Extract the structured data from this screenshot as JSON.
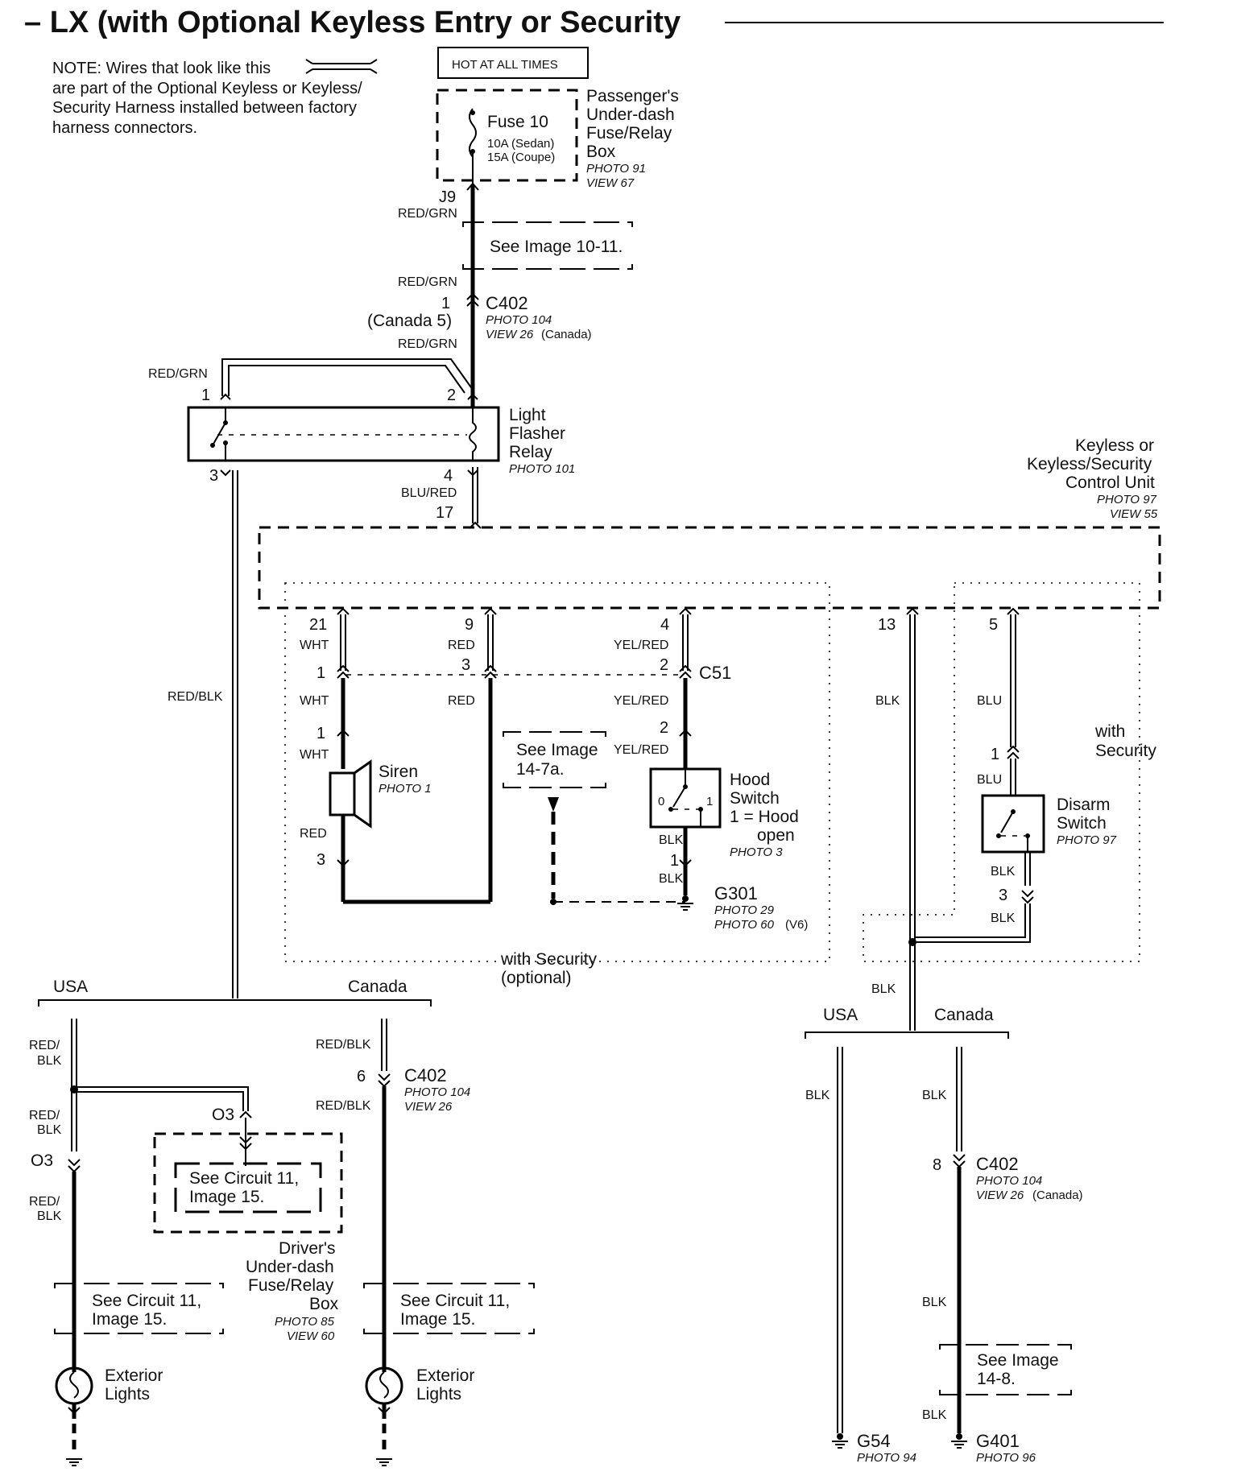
{
  "title": "– LX (with Optional Keyless Entry or Security",
  "note": {
    "line1": "NOTE: Wires that look like this",
    "line2": "are part of the Optional Keyless or Keyless/",
    "line3": "Security Harness installed between factory",
    "line4": "harness connectors."
  },
  "hot_label": "HOT AT ALL TIMES",
  "fuse": {
    "name": "Fuse 10",
    "rating1": "10A (Sedan)",
    "rating2": "15A (Coupe)",
    "box1": "Passenger's",
    "box2": "Under-dash",
    "box3": "Fuse/Relay",
    "box4": "Box",
    "photo": "PHOTO 91",
    "view": "VIEW 67",
    "pin": "J9"
  },
  "refs": {
    "img_10_11": "See Image 10-11.",
    "img_14_7a_1": "See Image",
    "img_14_7a_2": "14-7a.",
    "circ11_1": "See Circuit 11,",
    "circ11_2": "Image 15.",
    "img_14_8_1": "See Image",
    "img_14_8_2": "14-8."
  },
  "wires": {
    "red_grn": "RED/GRN",
    "red_blk": "RED/BLK",
    "blu_red": "BLU/RED",
    "wht": "WHT",
    "red": "RED",
    "yel_red": "YEL/RED",
    "blk": "BLK",
    "blu": "BLU",
    "red_slash": "RED/",
    "blk_part": "BLK"
  },
  "c402_top": {
    "pin": "1",
    "canada_pin": "(Canada 5)",
    "name": "C402",
    "photo": "PHOTO 104",
    "view": "VIEW 26",
    "view_note": "(Canada)"
  },
  "relay": {
    "l1": "Light",
    "l2": "Flasher",
    "l3": "Relay",
    "photo": "PHOTO 101",
    "p1": "1",
    "p2": "2",
    "p3": "3",
    "p4": "4"
  },
  "control_unit": {
    "l1": "Keyless or",
    "l2": "Keyless/Security",
    "l3": "Control Unit",
    "photo": "PHOTO 97",
    "view": "VIEW 55",
    "p17": "17",
    "p21": "21",
    "p9": "9",
    "p4": "4",
    "p13": "13",
    "p5": "5"
  },
  "c51": {
    "name": "C51",
    "p1": "1",
    "p3": "3",
    "p2": "2"
  },
  "siren": {
    "name": "Siren",
    "photo": "PHOTO 1",
    "p1": "1",
    "p3": "3"
  },
  "hood_switch": {
    "l1": "Hood",
    "l2": "Switch",
    "l3": "1 = Hood",
    "l4": "open",
    "photo": "PHOTO 3",
    "p2": "2",
    "p1": "1",
    "pos0": "0",
    "pos1": "1"
  },
  "g301": {
    "name": "G301",
    "photo1": "PHOTO 29",
    "photo2": "PHOTO 60",
    "note": "(V6)"
  },
  "security_optional": {
    "l1": "with Security",
    "l2": "(optional)"
  },
  "with_security": {
    "l1": "with",
    "l2": "Security"
  },
  "disarm": {
    "l1": "Disarm",
    "l2": "Switch",
    "photo": "PHOTO 97",
    "p1": "1",
    "p3": "3"
  },
  "branches": {
    "usa": "USA",
    "canada": "Canada"
  },
  "c402_left": {
    "pin": "6",
    "name": "C402",
    "photo": "PHOTO 104",
    "view": "VIEW 26"
  },
  "o3": "O3",
  "driver_box": {
    "l1": "Driver's",
    "l2": "Under-dash",
    "l3": "Fuse/Relay",
    "l4": "Box",
    "photo": "PHOTO 85",
    "view": "VIEW 60"
  },
  "ext_lights": {
    "l1": "Exterior",
    "l2": "Lights"
  },
  "c402_right": {
    "pin": "8",
    "name": "C402",
    "photo": "PHOTO 104",
    "view": "VIEW 26",
    "view_note": "(Canada)"
  },
  "g54": {
    "name": "G54",
    "photo": "PHOTO 94"
  },
  "g401": {
    "name": "G401",
    "photo": "PHOTO 96"
  }
}
